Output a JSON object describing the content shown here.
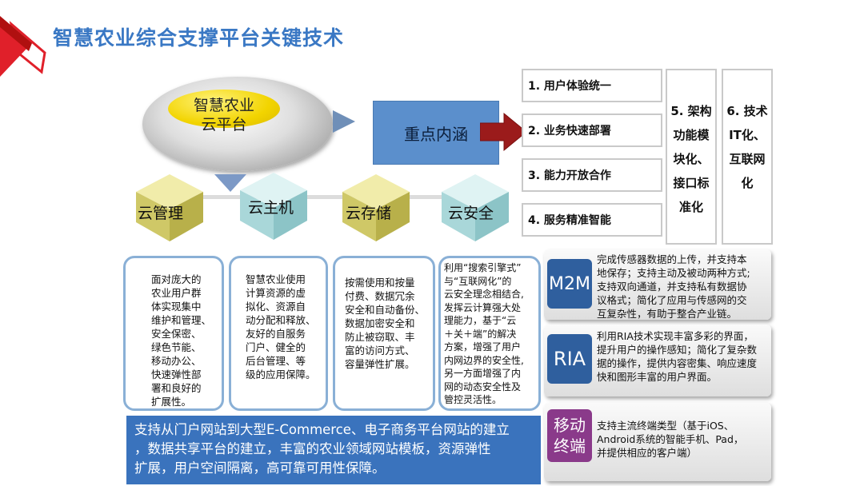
{
  "title": "智慧农业综合支撑平台关键技术",
  "platform": {
    "line1": "智慧农业",
    "line2": "云平台"
  },
  "core_label": "重点内涵",
  "tech_items": [
    "1. 用户体验统一",
    "2. 业务快速部署",
    "3. 能力开放合作",
    "4. 服务精准智能"
  ],
  "tech_col5": [
    "5. 架构",
    "功能模",
    "块化、",
    "接口标",
    "准化"
  ],
  "tech_col6": [
    "6. 技术",
    "IT化、",
    "互联网",
    "化"
  ],
  "cloud_services": [
    "云管理",
    "云主机",
    "云存储",
    "云安全"
  ],
  "panels": [
    {
      "lines": [
        "面对庞大的",
        "农业用户群",
        "体实现集中",
        "维护和管理、",
        "安全保密、",
        "绿色节能、",
        "移动办公、",
        "快速弹性部",
        "署和良好的",
        "扩展性。"
      ]
    },
    {
      "lines": [
        "智慧农业使用",
        "计算资源的虚",
        "拟化、资源自",
        "动分配和释放、",
        "友好的自服务",
        "门户、健全的",
        "后台管理、等",
        "级的应用保障。"
      ]
    },
    {
      "lines": [
        "按需使用和按量",
        "付费、数据冗余",
        "安全和自动备份、",
        "数据加密安全和",
        "防止被窃取、丰",
        "富的访问方式、",
        "容量弹性扩展。"
      ]
    },
    {
      "lines": [
        "利用“搜索引擎式”",
        "与“互联网化”的",
        "云安全理念相结合,",
        "发挥云计算强大处",
        "理能力，基于“云",
        "＋关＋端”的解决",
        "方案，增强了用户",
        "内网边界的安全性,",
        "另一方面增强了内",
        "网的动态安全性及",
        "管控灵活性。"
      ]
    }
  ],
  "features": [
    {
      "badge": "M2M",
      "lines": [
        "完成传感器数据的上传，并支持本",
        "地保存；支持主动及被动两种方式;",
        "支持双向通道，并支持私有数据协",
        "议格式；简化了应用与传感网的交",
        "互复杂性，有助于整合产业链。"
      ]
    },
    {
      "badge": "RIA",
      "lines": [
        "利用RIA技术实现丰富多彩的界面，",
        "提升用户的操作感知；简化了复杂数",
        "据的操作，提供内容密集、响应速度",
        "快和图形丰富的用户界面。"
      ]
    },
    {
      "badge_line1": "移动",
      "badge_line2": "终端",
      "lines": [
        "支持主流终端类型（基于iOS、",
        "Android系统的智能手机、Pad，",
        "并提供相应的客户端）"
      ]
    }
  ],
  "banner_lines": [
    "支持从门户网站到大型E-Commerce、电子商务平台网站的建立",
    "，数据共享平台的建立，丰富的农业领域网站模板，资源弹性",
    "扩展，用户空间隔离，高可靠可用性保障。"
  ],
  "colors": {
    "title": "#3a78c4",
    "core": "#5b8fcc",
    "badge_blue": "#2f5f9e",
    "badge_purple": "#8a3a8a",
    "accent_red": "#c8102e"
  }
}
